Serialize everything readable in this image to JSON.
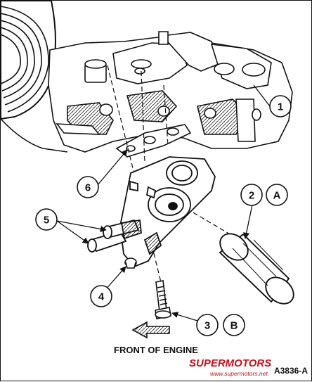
{
  "diagram": {
    "caption": "FRONT OF ENGINE",
    "figure_code": "A3836-A",
    "callouts": [
      "1",
      "2",
      "A",
      "3",
      "B",
      "4",
      "5",
      "6"
    ]
  },
  "watermark": {
    "brand": "SUPERMOTORS",
    "url": "www.supermotors.net",
    "colors": {
      "red": "#c0121b",
      "blue": "#1b3f8f"
    }
  }
}
